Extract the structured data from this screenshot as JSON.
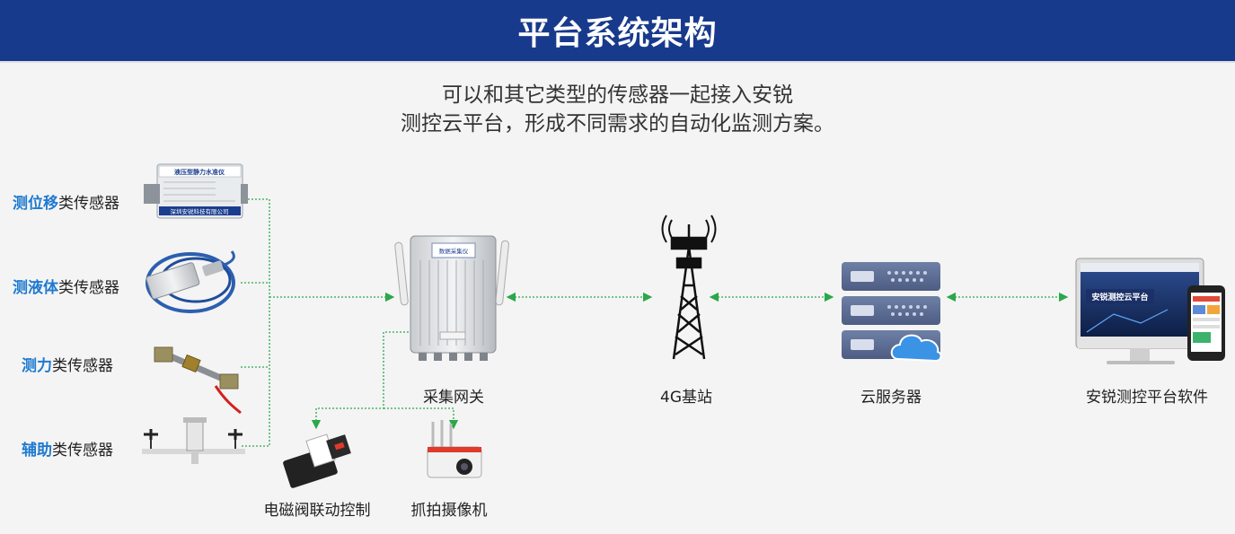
{
  "header": {
    "title": "平台系统架构"
  },
  "subtitle": {
    "line1": "可以和其它类型的传感器一起接入安锐",
    "line2": "测控云平台，形成不同需求的自动化监测方案。"
  },
  "sensors": [
    {
      "highlight": "测位移",
      "suffix": "类传感器"
    },
    {
      "highlight": "测液体",
      "suffix": "类传感器"
    },
    {
      "highlight": "测力",
      "suffix": "类传感器"
    },
    {
      "highlight": "辅助",
      "suffix": "类传感器"
    }
  ],
  "nodes": {
    "gateway": "采集网关",
    "base_station": "4G基站",
    "cloud_server": "云服务器",
    "software": "安锐测控平台软件",
    "valve": "电磁阀联动控制",
    "camera": "抓拍摄像机"
  },
  "devices": {
    "level_meter_title": "液压型静力水准仪",
    "level_meter_company": "深圳安锐科技有限公司",
    "gateway_brand": "数据采集仪",
    "screen_title": "安锐测控云平台"
  },
  "colors": {
    "header_bg": "#183a8c",
    "highlight_text": "#1f7ad0",
    "connector_green": "#2aa84a"
  }
}
